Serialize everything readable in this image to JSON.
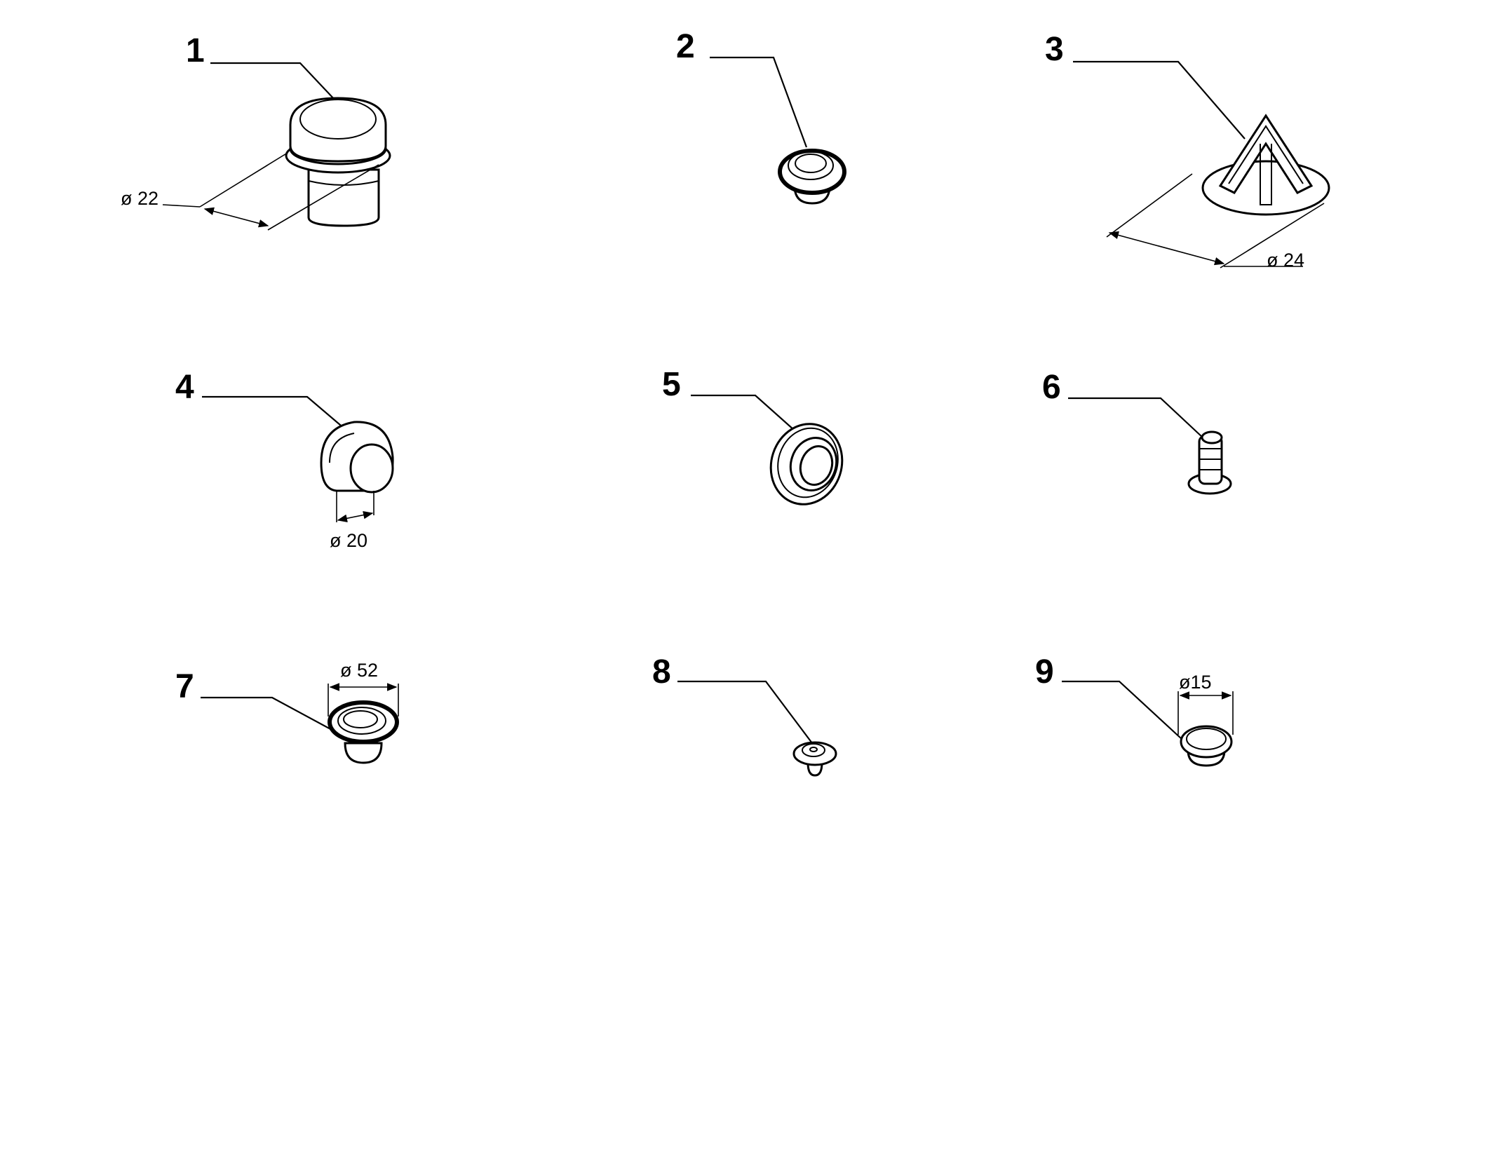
{
  "parts": [
    {
      "number": "1",
      "dimension": "ø 22"
    },
    {
      "number": "2",
      "dimension": ""
    },
    {
      "number": "3",
      "dimension": "ø 24"
    },
    {
      "number": "4",
      "dimension": "ø 20"
    },
    {
      "number": "5",
      "dimension": ""
    },
    {
      "number": "6",
      "dimension": ""
    },
    {
      "number": "7",
      "dimension": "ø 52"
    },
    {
      "number": "8",
      "dimension": ""
    },
    {
      "number": "9",
      "dimension": "ø15"
    }
  ]
}
